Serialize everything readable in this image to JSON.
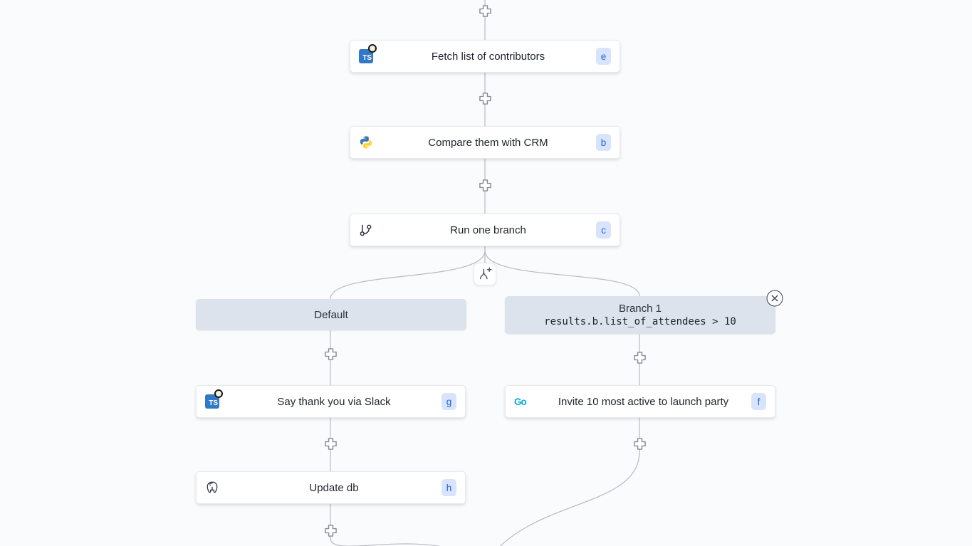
{
  "nodes": {
    "fetch": {
      "label": "Fetch list of contributors",
      "badge": "e"
    },
    "compare": {
      "label": "Compare them with CRM",
      "badge": "b"
    },
    "run_branch": {
      "label": "Run one branch",
      "badge": "c"
    },
    "slack": {
      "label": "Say thank you via Slack",
      "badge": "g"
    },
    "update_db": {
      "label": "Update db",
      "badge": "h"
    },
    "invite": {
      "label": "Invite 10 most active to launch party",
      "badge": "f"
    }
  },
  "branches": {
    "default": {
      "label": "Default"
    },
    "branch1": {
      "title": "Branch 1",
      "condition": "results.b.list_of_attendees > 10"
    }
  },
  "icons": {
    "fetch": "typescript-bun-icon",
    "compare": "python-icon",
    "run_branch": "git-branch-icon",
    "slack": "typescript-bun-icon",
    "update_db": "postgresql-icon",
    "invite": "go-icon",
    "connector": "insert-step-plus-icon",
    "split": "add-branch-icon",
    "remove": "close-icon"
  },
  "colors": {
    "badge_bg": "#d7e4fb",
    "badge_text": "#2563eb",
    "branch_header_bg": "#dde3ed",
    "edge": "#b6bac0"
  }
}
